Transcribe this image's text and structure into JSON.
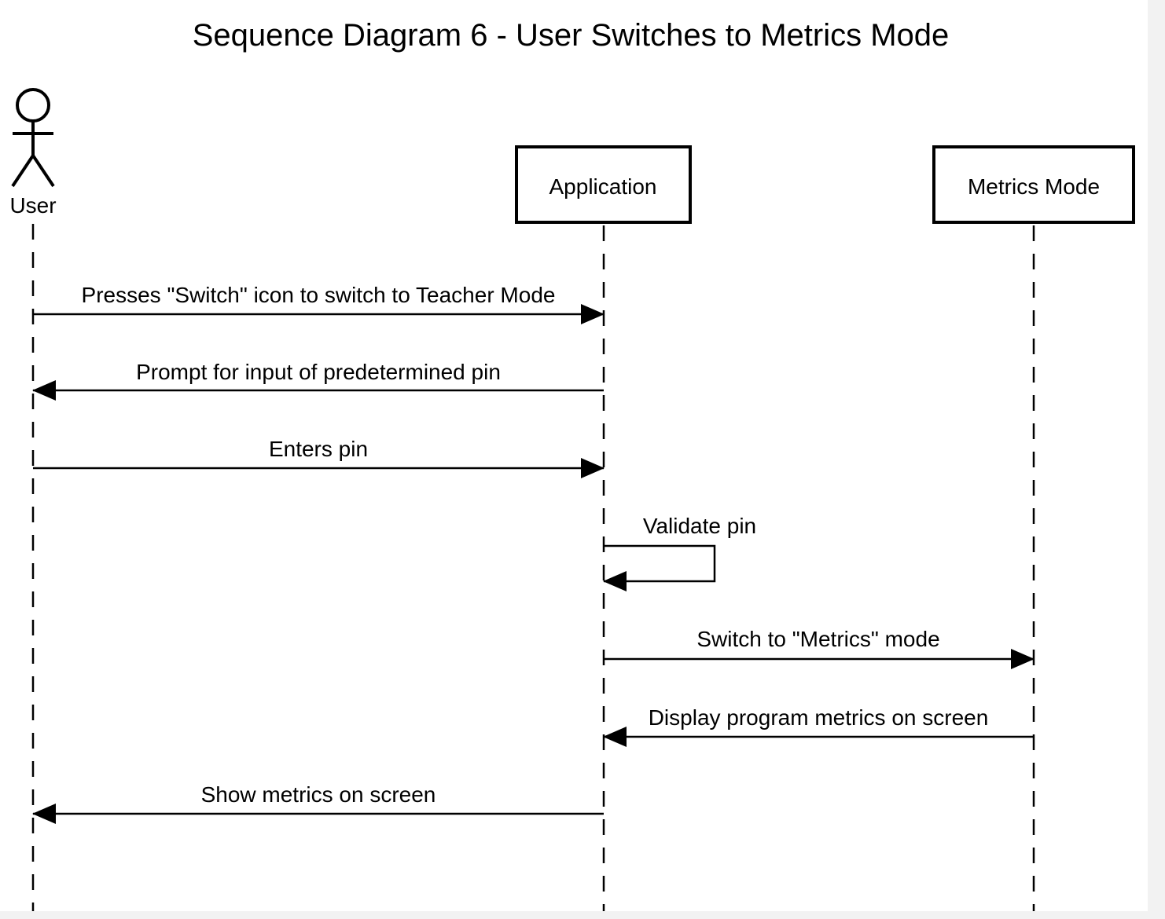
{
  "diagram": {
    "title": "Sequence Diagram 6 - User Switches to Metrics Mode",
    "participants": [
      {
        "id": "user",
        "label": "User",
        "kind": "actor"
      },
      {
        "id": "application",
        "label": "Application",
        "kind": "box"
      },
      {
        "id": "metrics",
        "label": "Metrics Mode",
        "kind": "box"
      }
    ],
    "messages": [
      {
        "from": "user",
        "to": "application",
        "label": "Presses \"Switch\" icon to switch to Teacher Mode"
      },
      {
        "from": "application",
        "to": "user",
        "label": "Prompt for input of predetermined pin"
      },
      {
        "from": "user",
        "to": "application",
        "label": "Enters pin"
      },
      {
        "from": "application",
        "to": "application",
        "label": "Validate pin"
      },
      {
        "from": "application",
        "to": "metrics",
        "label": "Switch to \"Metrics\" mode"
      },
      {
        "from": "metrics",
        "to": "application",
        "label": "Display program metrics on screen"
      },
      {
        "from": "application",
        "to": "user",
        "label": "Show metrics on screen"
      }
    ],
    "colors": {
      "line": "#000000",
      "background": "#ffffff",
      "page": "#f2f2f2"
    }
  }
}
